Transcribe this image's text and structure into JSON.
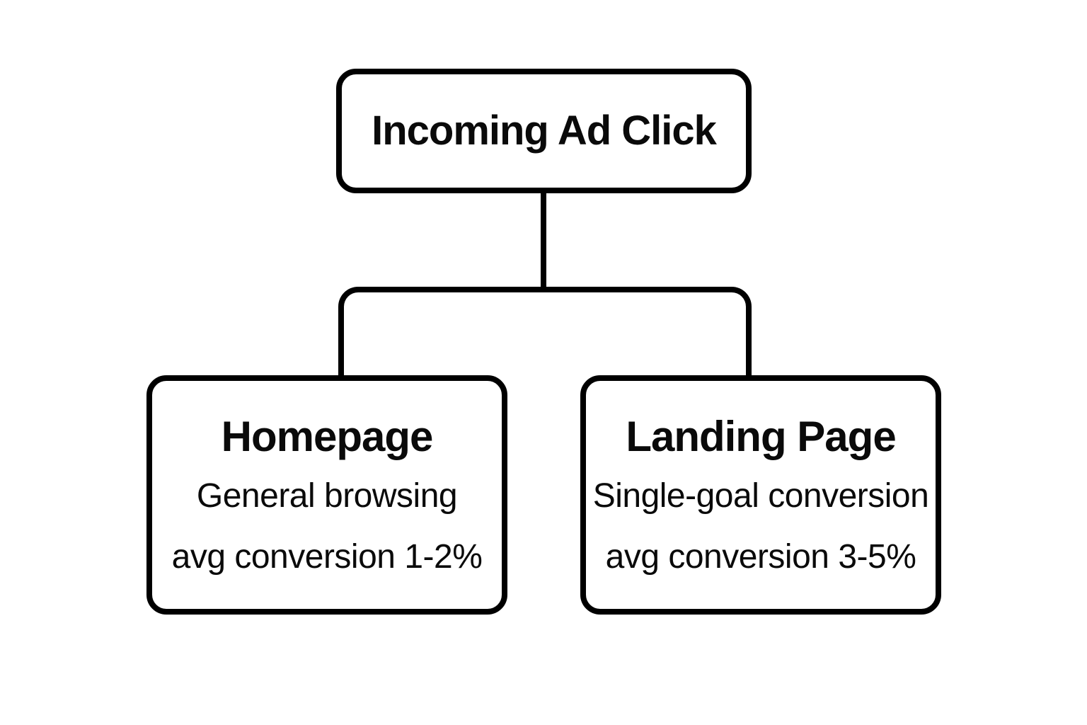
{
  "theme": {
    "stroke": "#000000",
    "background": "#ffffff",
    "text": "#0a0a0a"
  },
  "diagram": {
    "type": "flowchart",
    "nodes": {
      "root": {
        "title": "Incoming Ad Click"
      },
      "homepage": {
        "title": "Homepage",
        "line1": "General browsing",
        "line2": "avg conversion 1-2%"
      },
      "landing": {
        "title": "Landing Page",
        "line1": "Single-goal conversion",
        "line2": "avg conversion 3-5%"
      }
    },
    "edges": [
      {
        "from": "root",
        "to": "homepage"
      },
      {
        "from": "root",
        "to": "landing"
      }
    ]
  }
}
